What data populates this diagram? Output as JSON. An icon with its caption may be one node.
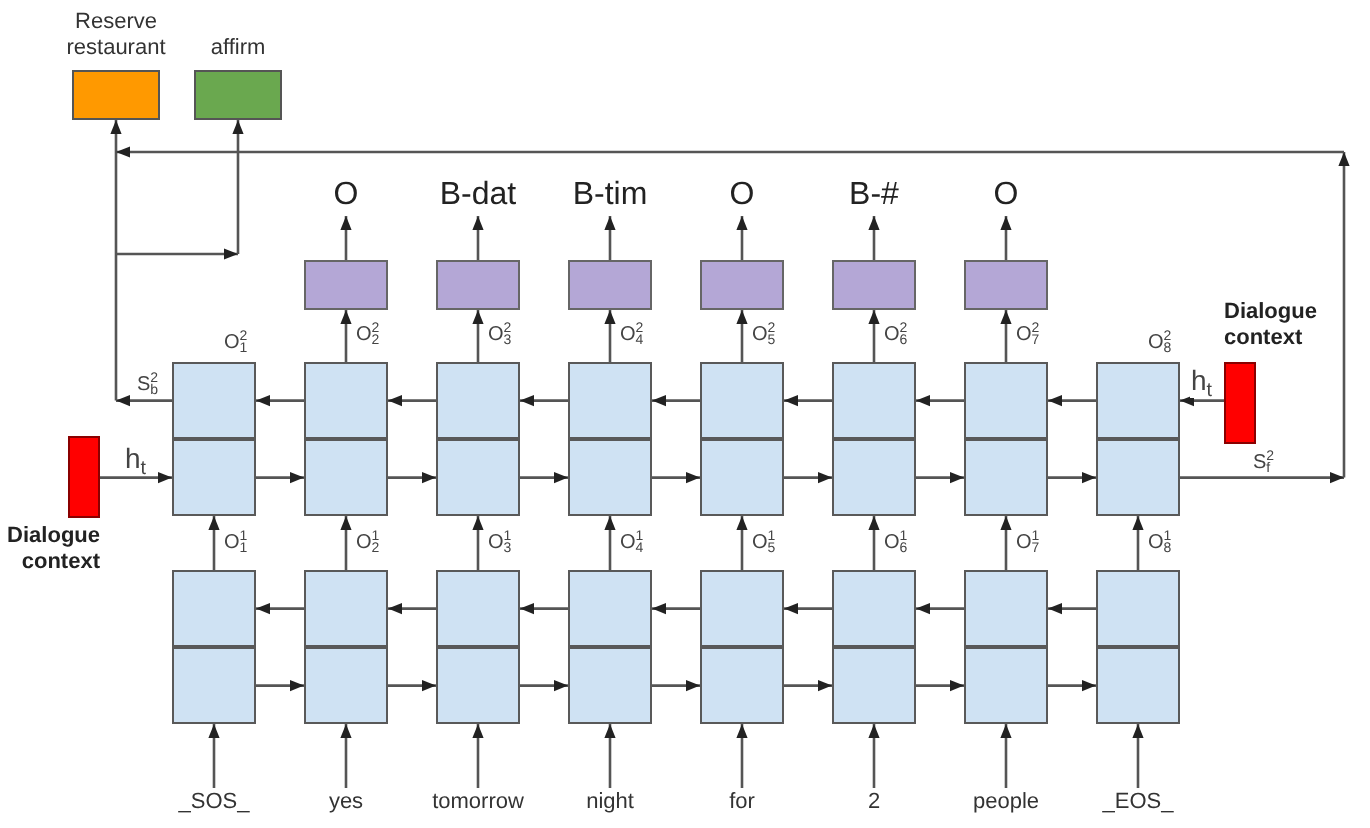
{
  "diagram": {
    "nodes": [
      {
        "text": [
          "Reserve restaurant"
        ]
      },
      {
        "text": [
          "affirm"
        ]
      },
      {
        "text": [
          "O"
        ]
      },
      {
        "text": [
          "B-dat"
        ]
      },
      {
        "text": [
          "B-tim"
        ]
      },
      {
        "text": [
          "O"
        ]
      },
      {
        "text": [
          "B-#"
        ]
      },
      {
        "text": [
          "O"
        ]
      },
      {
        "text": [],
        "shape": "box"
      },
      {
        "text": [],
        "shape": "box"
      },
      {
        "text": [],
        "shape": "box"
      },
      {
        "text": [],
        "shape": "box"
      },
      {
        "text": [],
        "shape": "box"
      },
      {
        "text": [],
        "shape": "box"
      },
      {
        "text": [],
        "shape": "box",
        "beside": [
          "O$^{2}$$_{1}$"
        ]
      },
      {
        "text": [],
        "shape": "box"
      },
      {
        "text": [],
        "shape": "box"
      },
      {
        "text": [],
        "shape": "box"
      },
      {
        "text": [],
        "shape": "box"
      },
      {
        "text": [],
        "shape": "box"
      },
      {
        "text": [],
        "shape": "box"
      },
      {
        "text": [],
        "shape": "box",
        "beside": [
          "O$^{2}$$_{8}$"
        ]
      },
      {
        "text": [
          "Dialogue context"
        ]
      },
      {
        "text": [
          "Dialogue context"
        ]
      },
      {
        "text": [],
        "shape": "box"
      },
      {
        "text": [],
        "shape": "box"
      },
      {
        "text": [],
        "shape": "box"
      },
      {
        "text": [],
        "shape": "box"
      },
      {
        "text": [],
        "shape": "box"
      },
      {
        "text": [],
        "shape": "box"
      },
      {
        "text": [],
        "shape": "box"
      },
      {
        "text": [],
        "shape": "box"
      },
      {
        "text": [
          "_SOS_"
        ]
      },
      {
        "text": [
          "yes"
        ]
      },
      {
        "text": [
          "tomorrow"
        ]
      },
      {
        "text": [
          "night"
        ]
      },
      {
        "text": [
          "for"
        ]
      },
      {
        "text": [
          "2"
        ]
      },
      {
        "text": [
          "people"
        ]
      },
      {
        "text": [
          "_EOS_"
        ]
      }
    ],
    "edges": [
      {
        "from": 14,
        "to": 0,
        "arrow": "to",
        "label": "S$^{2}$$_{b}$"
      },
      {
        "from": 14,
        "to": 1,
        "arrow": "to"
      },
      {
        "from": 21,
        "to": 0,
        "arrow": "to",
        "label": "S$^{2}$$_{f}$"
      },
      {
        "from": 21,
        "to": 1,
        "arrow": "to"
      },
      {
        "from": 8,
        "to": 2,
        "arrow": "to"
      },
      {
        "from": 9,
        "to": 3,
        "arrow": "to"
      },
      {
        "from": 10,
        "to": 4,
        "arrow": "to"
      },
      {
        "from": 11,
        "to": 5,
        "arrow": "to"
      },
      {
        "from": 12,
        "to": 6,
        "arrow": "to"
      },
      {
        "from": 13,
        "to": 7,
        "arrow": "to"
      },
      {
        "from": 15,
        "to": 8,
        "arrow": "to",
        "label": "O$^{2}$$_{2}$"
      },
      {
        "from": 16,
        "to": 9,
        "arrow": "to",
        "label": "O$^{2}$$_{3}$"
      },
      {
        "from": 17,
        "to": 10,
        "arrow": "to",
        "label": "O$^{2}$$_{4}$"
      },
      {
        "from": 18,
        "to": 11,
        "arrow": "to",
        "label": "O$^{2}$$_{5}$"
      },
      {
        "from": 19,
        "to": 12,
        "arrow": "to",
        "label": "O$^{2}$$_{6}$"
      },
      {
        "from": 20,
        "to": 13,
        "arrow": "to",
        "label": "O$^{2}$$_{7}$"
      },
      {
        "from": 14,
        "to": 15,
        "arrow": "to"
      },
      {
        "from": 15,
        "to": 16,
        "arrow": "to"
      },
      {
        "from": 16,
        "to": 17,
        "arrow": "to"
      },
      {
        "from": 17,
        "to": 18,
        "arrow": "to"
      },
      {
        "from": 18,
        "to": 19,
        "arrow": "to"
      },
      {
        "from": 19,
        "to": 20,
        "arrow": "to"
      },
      {
        "from": 20,
        "to": 21,
        "arrow": "to"
      },
      {
        "from": 15,
        "to": 14,
        "arrow": "to"
      },
      {
        "from": 16,
        "to": 15,
        "arrow": "to"
      },
      {
        "from": 17,
        "to": 16,
        "arrow": "to"
      },
      {
        "from": 18,
        "to": 17,
        "arrow": "to"
      },
      {
        "from": 19,
        "to": 18,
        "arrow": "to"
      },
      {
        "from": 20,
        "to": 19,
        "arrow": "to"
      },
      {
        "from": 21,
        "to": 20,
        "arrow": "to"
      },
      {
        "from": 22,
        "to": 14,
        "arrow": "to",
        "label": "h$_{t}$"
      },
      {
        "from": 23,
        "to": 21,
        "arrow": "to",
        "label": "h$_{t}$"
      },
      {
        "from": 24,
        "to": 14,
        "arrow": "to",
        "label": "O$^{1}$$_{1}$"
      },
      {
        "from": 25,
        "to": 15,
        "arrow": "to",
        "label": "O$^{1}$$_{2}$"
      },
      {
        "from": 26,
        "to": 16,
        "arrow": "to",
        "label": "O$^{1}$$_{3}$"
      },
      {
        "from": 27,
        "to": 17,
        "arrow": "to",
        "label": "O$^{1}$$_{4}$"
      },
      {
        "from": 28,
        "to": 18,
        "arrow": "to",
        "label": "O$^{1}$$_{5}$"
      },
      {
        "from": 29,
        "to": 19,
        "arrow": "to",
        "label": "O$^{1}$$_{6}$"
      },
      {
        "from": 30,
        "to": 20,
        "arrow": "to",
        "label": "O$^{1}$$_{7}$"
      },
      {
        "from": 31,
        "to": 21,
        "arrow": "to",
        "label": "O$^{1}$$_{8}$"
      },
      {
        "from": 24,
        "to": 25,
        "arrow": "to"
      },
      {
        "from": 25,
        "to": 26,
        "arrow": "to"
      },
      {
        "from": 26,
        "to": 27,
        "arrow": "to"
      },
      {
        "from": 27,
        "to": 28,
        "arrow": "to"
      },
      {
        "from": 28,
        "to": 29,
        "arrow": "to"
      },
      {
        "from": 29,
        "to": 30,
        "arrow": "to"
      },
      {
        "from": 30,
        "to": 31,
        "arrow": "to"
      },
      {
        "from": 25,
        "to": 24,
        "arrow": "to"
      },
      {
        "from": 26,
        "to": 25,
        "arrow": "to"
      },
      {
        "from": 27,
        "to": 26,
        "arrow": "to"
      },
      {
        "from": 28,
        "to": 27,
        "arrow": "to"
      },
      {
        "from": 29,
        "to": 28,
        "arrow": "to"
      },
      {
        "from": 30,
        "to": 29,
        "arrow": "to"
      },
      {
        "from": 31,
        "to": 30,
        "arrow": "to"
      },
      {
        "from": 32,
        "to": 24,
        "arrow": "to"
      },
      {
        "from": 33,
        "to": 25,
        "arrow": "to"
      },
      {
        "from": 34,
        "to": 26,
        "arrow": "to"
      },
      {
        "from": 35,
        "to": 27,
        "arrow": "to"
      },
      {
        "from": 36,
        "to": 28,
        "arrow": "to"
      },
      {
        "from": 37,
        "to": 29,
        "arrow": "to"
      },
      {
        "from": 38,
        "to": 30,
        "arrow": "to"
      },
      {
        "from": 39,
        "to": 31,
        "arrow": "to"
      }
    ]
  }
}
